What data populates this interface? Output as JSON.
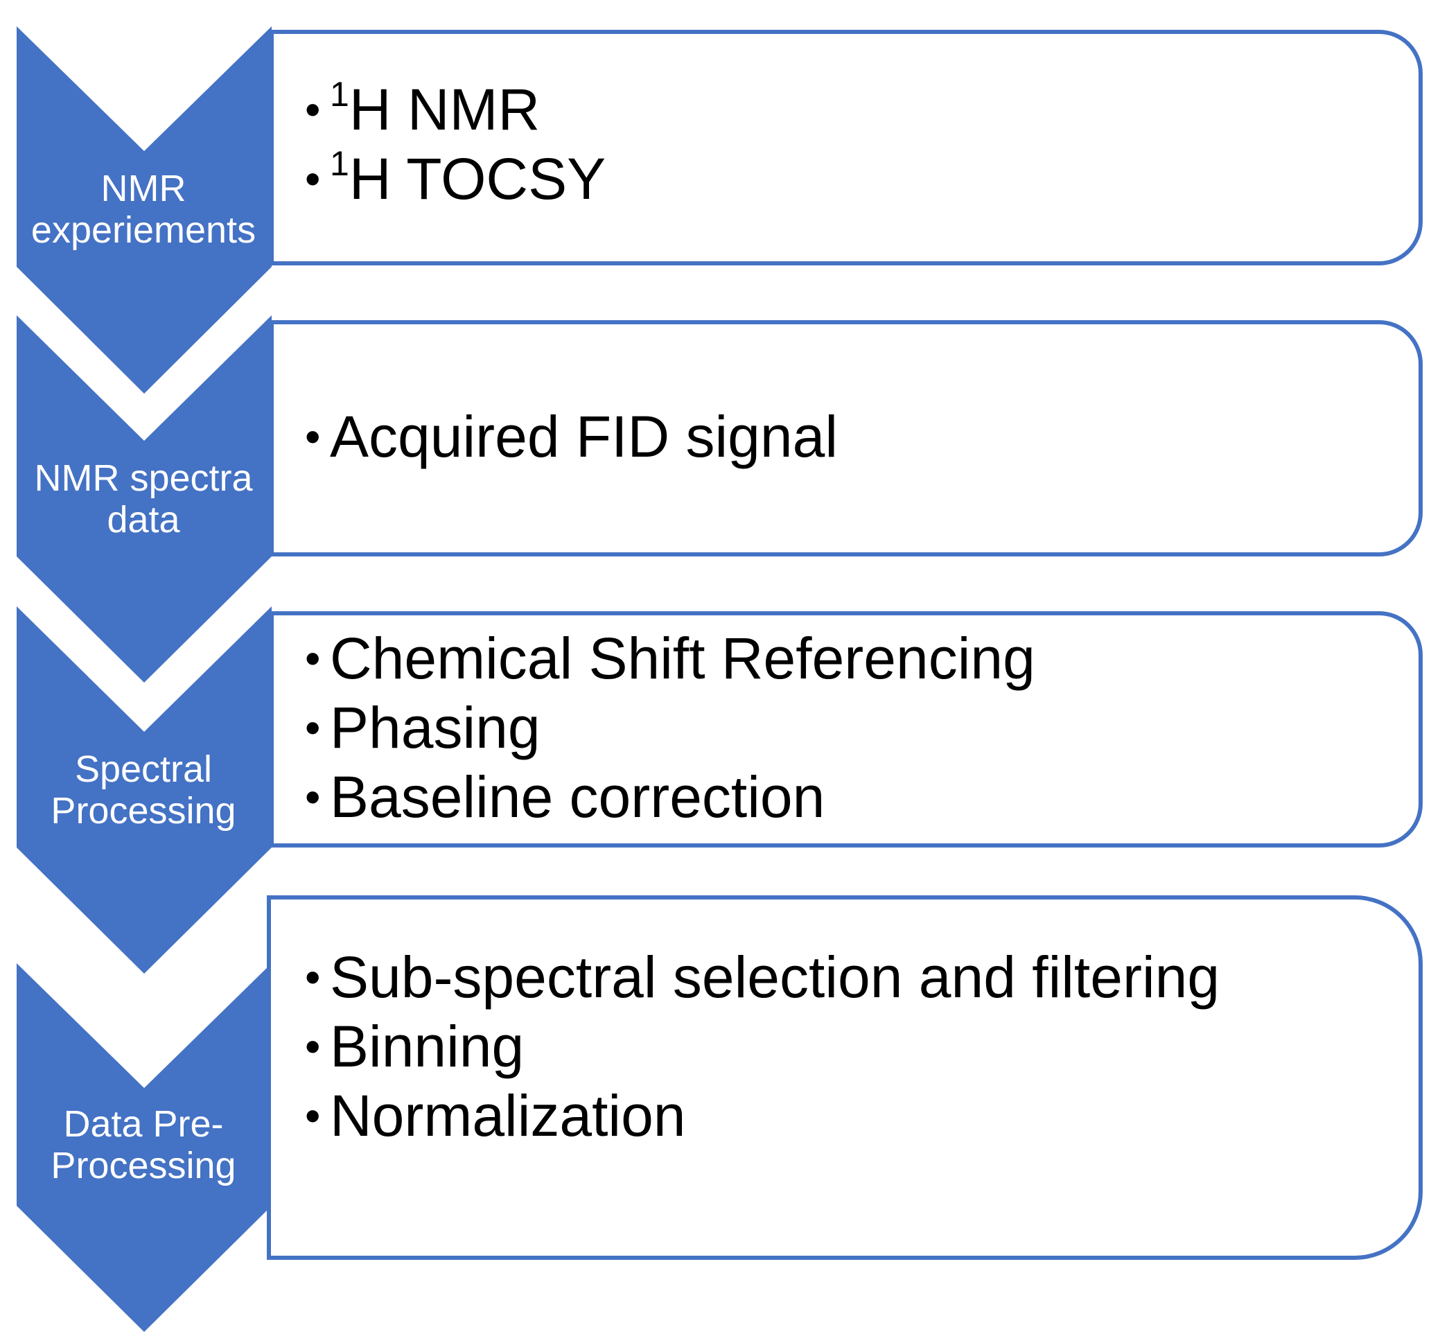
{
  "colors": {
    "accent": "#4472C4",
    "text": "#000000",
    "label_text": "#FFFFFF"
  },
  "steps": [
    {
      "label_lines": [
        "NMR",
        "experiements"
      ],
      "items": [
        {
          "sup": "1",
          "text": "H NMR"
        },
        {
          "sup": "1",
          "text": "H TOCSY"
        }
      ]
    },
    {
      "label_lines": [
        "NMR spectra",
        "data"
      ],
      "items": [
        {
          "text": "Acquired FID signal"
        }
      ]
    },
    {
      "label_lines": [
        "Spectral",
        "Processing"
      ],
      "items": [
        {
          "text": "Chemical Shift Referencing"
        },
        {
          "text": "Phasing"
        },
        {
          "text": "Baseline correction"
        }
      ]
    },
    {
      "label_lines": [
        "Data Pre-",
        "Processing"
      ],
      "items": [
        {
          "text": "Sub-spectral selection and filtering"
        },
        {
          "text": "Binning"
        },
        {
          "text": "Normalization"
        }
      ]
    }
  ]
}
